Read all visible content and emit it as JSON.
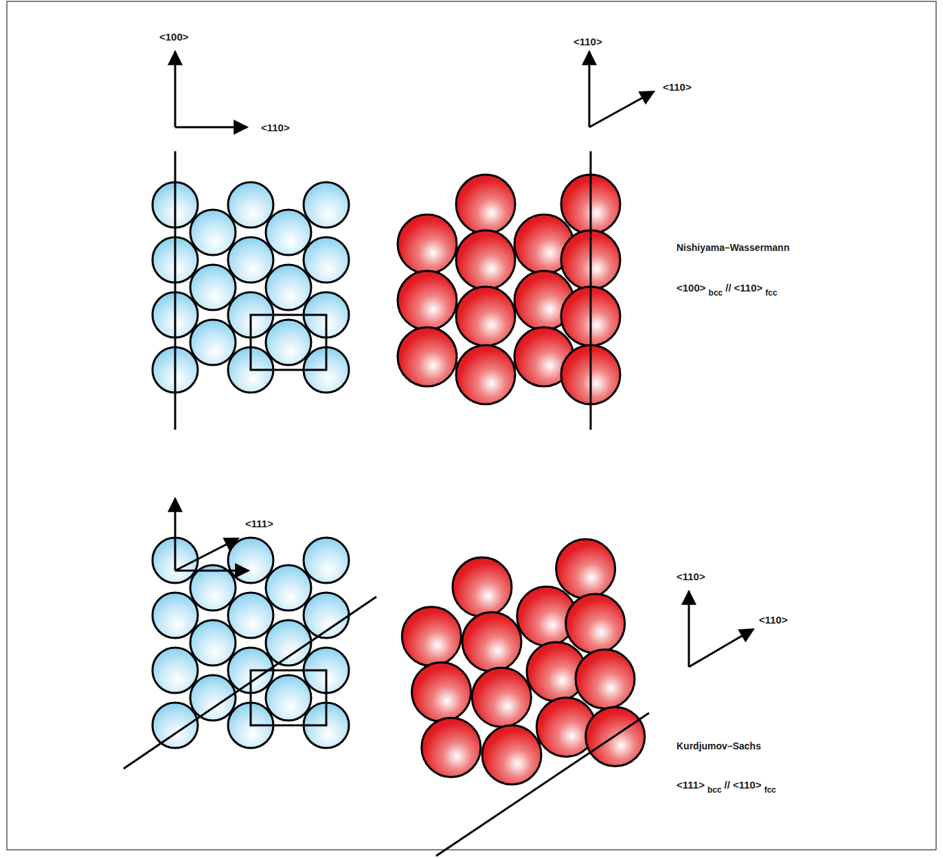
{
  "diagram": {
    "labels": [
      "<100>",
      "<110>",
      "<110>",
      "<110>",
      "Nishiyama–Wassermann",
      "<100>",
      "bcc",
      "//",
      "<110>",
      "fcc",
      "<111>",
      "<110>",
      "<110>",
      "Kurdjumov–Sachs",
      "<111>",
      "bcc",
      "//",
      "<110>",
      "fcc"
    ]
  }
}
